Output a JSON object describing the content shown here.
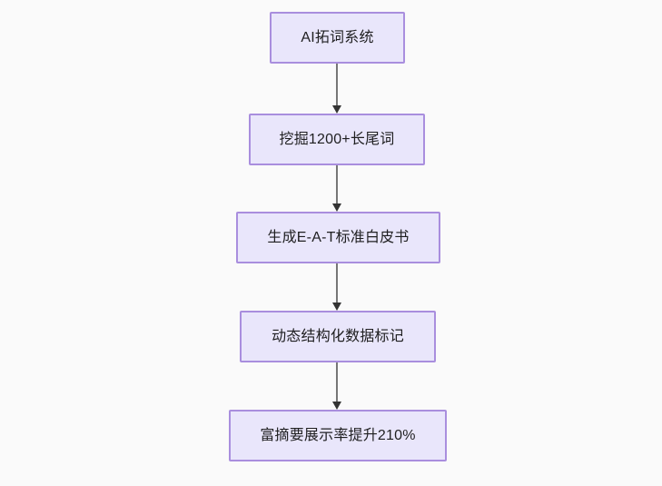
{
  "diagram": {
    "type": "flowchart",
    "direction": "top-to-bottom",
    "background_color": "#fafafa",
    "node_fill_color": "#e9e6fb",
    "node_border_color": "#a98ede",
    "node_text_color": "#1f1f20",
    "edge_line_color": "#767676",
    "edge_arrow_color": "#333333",
    "nodes": [
      {
        "id": "n1",
        "label": "AI拓词系统"
      },
      {
        "id": "n2",
        "label": "挖掘1200+长尾词"
      },
      {
        "id": "n3",
        "label": "生成E-A-T标准白皮书"
      },
      {
        "id": "n4",
        "label": "动态结构化数据标记"
      },
      {
        "id": "n5",
        "label": "富摘要展示率提升210%"
      }
    ],
    "edges": [
      {
        "from": "n1",
        "to": "n2",
        "label": ""
      },
      {
        "from": "n2",
        "to": "n3",
        "label": ""
      },
      {
        "from": "n3",
        "to": "n4",
        "label": ""
      },
      {
        "from": "n4",
        "to": "n5",
        "label": ""
      }
    ]
  }
}
